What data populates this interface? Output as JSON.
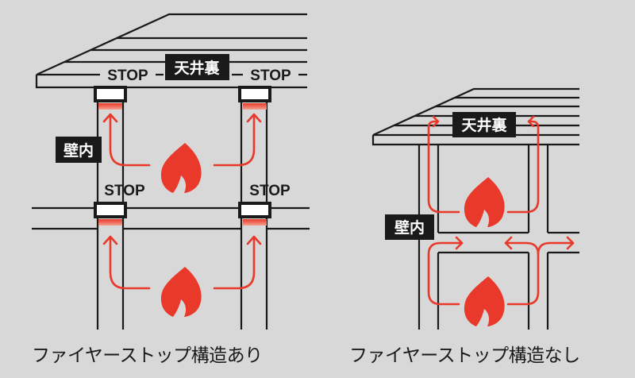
{
  "colors": {
    "fire": "#e8392a",
    "line": "#1a1a1a",
    "background": "#d8d8d9"
  },
  "left": {
    "stop_label": "STOP",
    "attic_label": "天井裏",
    "wall_label": "壁内",
    "caption": "ファイヤーストップ構造あり"
  },
  "right": {
    "attic_label": "天井裏",
    "wall_label": "壁内",
    "caption": "ファイヤーストップ構造なし"
  }
}
